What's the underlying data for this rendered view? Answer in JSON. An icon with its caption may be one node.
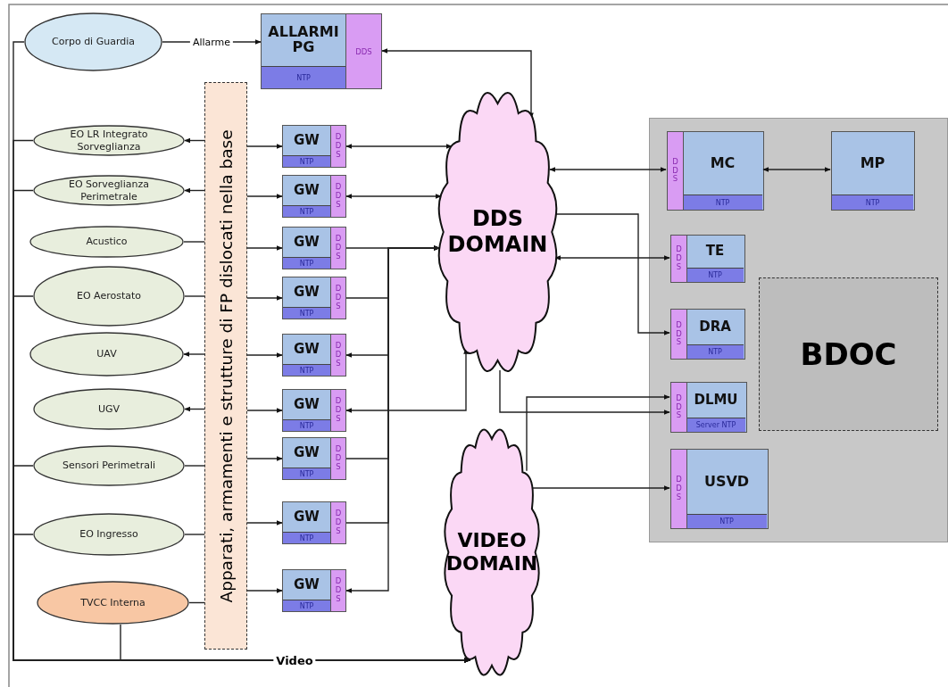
{
  "diagram": {
    "nodes": [
      {
        "text": [
          "Corpo di Guardia"
        ]
      },
      {
        "text": [
          "ALLARMI PG",
          "NTP",
          "DDS"
        ]
      },
      {
        "text": [
          "Apparati, armamenti e strutture di FP dislocati nella base"
        ]
      },
      {
        "text": [
          "EO LR Integrato Sorveglianza"
        ]
      },
      {
        "text": [
          "EO Sorveglianza Perimetrale"
        ]
      },
      {
        "text": [
          "Acustico"
        ]
      },
      {
        "text": [
          "EO Aerostato"
        ]
      },
      {
        "text": [
          "UAV"
        ]
      },
      {
        "text": [
          "UGV"
        ]
      },
      {
        "text": [
          "Sensori Perimetrali"
        ]
      },
      {
        "text": [
          "EO Ingresso"
        ]
      },
      {
        "text": [
          "TVCC Interna"
        ]
      },
      {
        "text": [
          "GW",
          "NTP",
          "DDS"
        ]
      },
      {
        "text": [
          "GW",
          "NTP",
          "DDS"
        ]
      },
      {
        "text": [
          "GW",
          "NTP",
          "DDS"
        ]
      },
      {
        "text": [
          "GW",
          "NTP",
          "DDS"
        ]
      },
      {
        "text": [
          "GW",
          "NTP",
          "DDS"
        ]
      },
      {
        "text": [
          "GW",
          "NTP",
          "DDS"
        ]
      },
      {
        "text": [
          "GW",
          "NTP",
          "DDS"
        ]
      },
      {
        "text": [
          "GW",
          "NTP",
          "DDS"
        ]
      },
      {
        "text": [
          "GW",
          "NTP",
          "DDS"
        ]
      },
      {
        "text": [
          "DDS DOMAIN"
        ]
      },
      {
        "text": [
          "VIDEO DOMAIN"
        ]
      },
      {
        "text": [],
        "shape": "box"
      },
      {
        "text": [
          "MC",
          "NTP",
          "DDS"
        ],
        "in": 23
      },
      {
        "text": [
          "MP",
          "NTP"
        ],
        "in": 23
      },
      {
        "text": [
          "TE",
          "NTP",
          "DDS"
        ],
        "in": 23
      },
      {
        "text": [
          "DRA",
          "NTP",
          "DDS"
        ],
        "in": 23
      },
      {
        "text": [
          "DLMU",
          "Server NTP",
          "DDS"
        ],
        "in": 23
      },
      {
        "text": [
          "USVD",
          "NTP",
          "DDS"
        ],
        "in": 23
      },
      {
        "text": [
          "BDOC"
        ],
        "in": 23
      }
    ],
    "edges": [
      {
        "from": 0,
        "to": 1,
        "arrow": "to",
        "label": "Allarme"
      },
      {
        "from": 1,
        "to": 21,
        "arrow": "both"
      },
      {
        "from": 2,
        "to": 3,
        "arrow": "to"
      },
      {
        "from": 2,
        "to": 4,
        "arrow": "to"
      },
      {
        "from": 5,
        "to": 2,
        "arrow": "none"
      },
      {
        "from": 6,
        "to": 2,
        "arrow": "none"
      },
      {
        "from": 2,
        "to": 7,
        "arrow": "to"
      },
      {
        "from": 2,
        "to": 8,
        "arrow": "to"
      },
      {
        "from": 9,
        "to": 2,
        "arrow": "none"
      },
      {
        "from": 10,
        "to": 2,
        "arrow": "none"
      },
      {
        "from": 11,
        "to": 2,
        "arrow": "none"
      },
      {
        "from": 2,
        "to": 12,
        "arrow": "to"
      },
      {
        "from": 2,
        "to": 13,
        "arrow": "to"
      },
      {
        "from": 2,
        "to": 14,
        "arrow": "to"
      },
      {
        "from": 2,
        "to": 15,
        "arrow": "to"
      },
      {
        "from": 2,
        "to": 16,
        "arrow": "to"
      },
      {
        "from": 2,
        "to": 17,
        "arrow": "to"
      },
      {
        "from": 2,
        "to": 18,
        "arrow": "to"
      },
      {
        "from": 2,
        "to": 19,
        "arrow": "to"
      },
      {
        "from": 2,
        "to": 20,
        "arrow": "to"
      },
      {
        "from": 12,
        "to": 21,
        "arrow": "both"
      },
      {
        "from": 13,
        "to": 21,
        "arrow": "both"
      },
      {
        "from": 14,
        "to": 21,
        "arrow": "to"
      },
      {
        "from": 15,
        "to": 21,
        "arrow": "to"
      },
      {
        "from": 18,
        "to": 21,
        "arrow": "to"
      },
      {
        "from": 19,
        "to": 21,
        "arrow": "to"
      },
      {
        "from": 21,
        "to": 16,
        "arrow": "to"
      },
      {
        "from": 21,
        "to": 20,
        "arrow": "to"
      },
      {
        "from": 17,
        "to": 21,
        "arrow": "both"
      },
      {
        "from": 21,
        "to": 24,
        "arrow": "both"
      },
      {
        "from": 24,
        "to": 25,
        "arrow": "both"
      },
      {
        "from": 21,
        "to": 26,
        "arrow": "both"
      },
      {
        "from": 21,
        "to": 27,
        "arrow": "to"
      },
      {
        "from": 21,
        "to": 28,
        "arrow": "to"
      },
      {
        "from": 22,
        "to": 28,
        "arrow": "to"
      },
      {
        "from": 22,
        "to": 29,
        "arrow": "to"
      },
      {
        "from": 0,
        "to": 22,
        "arrow": "to"
      },
      {
        "from": 3,
        "to": 22,
        "arrow": "to"
      },
      {
        "from": 4,
        "to": 22,
        "arrow": "to"
      },
      {
        "from": 6,
        "to": 22,
        "arrow": "to"
      },
      {
        "from": 9,
        "to": 22,
        "arrow": "to"
      },
      {
        "from": 10,
        "to": 22,
        "arrow": "to"
      },
      {
        "from": 11,
        "to": 22,
        "arrow": "to",
        "label": "Video"
      }
    ]
  }
}
